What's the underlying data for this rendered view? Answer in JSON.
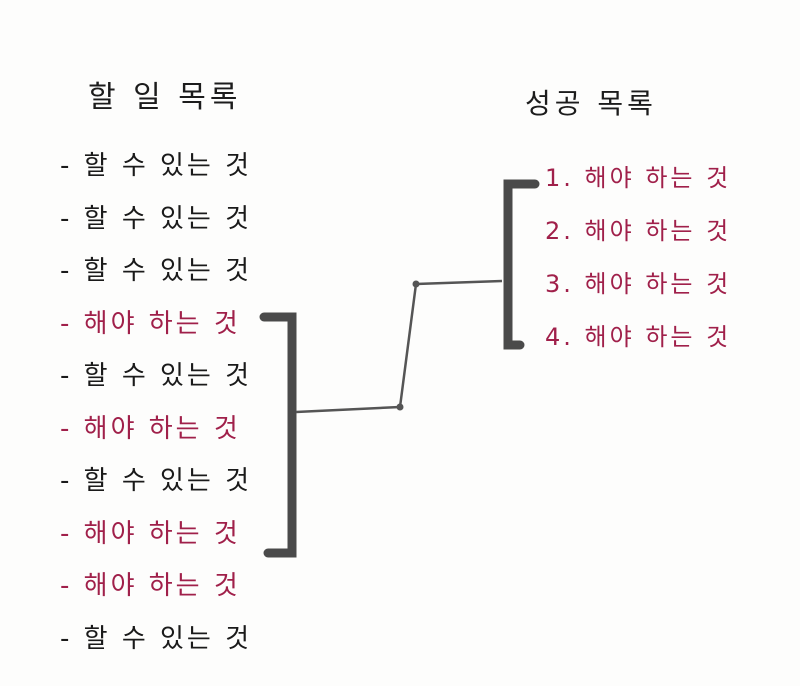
{
  "todo": {
    "title": "할 일 목록",
    "items": [
      {
        "text": "- 할 수 있는 것",
        "kind": "can"
      },
      {
        "text": "- 할 수 있는 것",
        "kind": "can"
      },
      {
        "text": "- 할 수 있는 것",
        "kind": "can"
      },
      {
        "text": "- 해야 하는 것",
        "kind": "must"
      },
      {
        "text": "- 할 수 있는 것",
        "kind": "can"
      },
      {
        "text": "- 해야 하는 것",
        "kind": "must"
      },
      {
        "text": "- 할 수 있는 것",
        "kind": "can"
      },
      {
        "text": "- 해야 하는 것",
        "kind": "must"
      },
      {
        "text": "- 해야 하는 것",
        "kind": "must"
      },
      {
        "text": "- 할 수 있는 것",
        "kind": "can"
      }
    ]
  },
  "success": {
    "title": "성공 목록",
    "items": [
      {
        "text": "1. 해야 하는 것"
      },
      {
        "text": "2. 해야 하는 것"
      },
      {
        "text": "3. 해야 하는 것"
      },
      {
        "text": "4. 해야 하는 것"
      }
    ]
  },
  "colors": {
    "can_text": "#1a1a1a",
    "must_text": "#a0204a",
    "bracket": "#4a4a4a"
  }
}
